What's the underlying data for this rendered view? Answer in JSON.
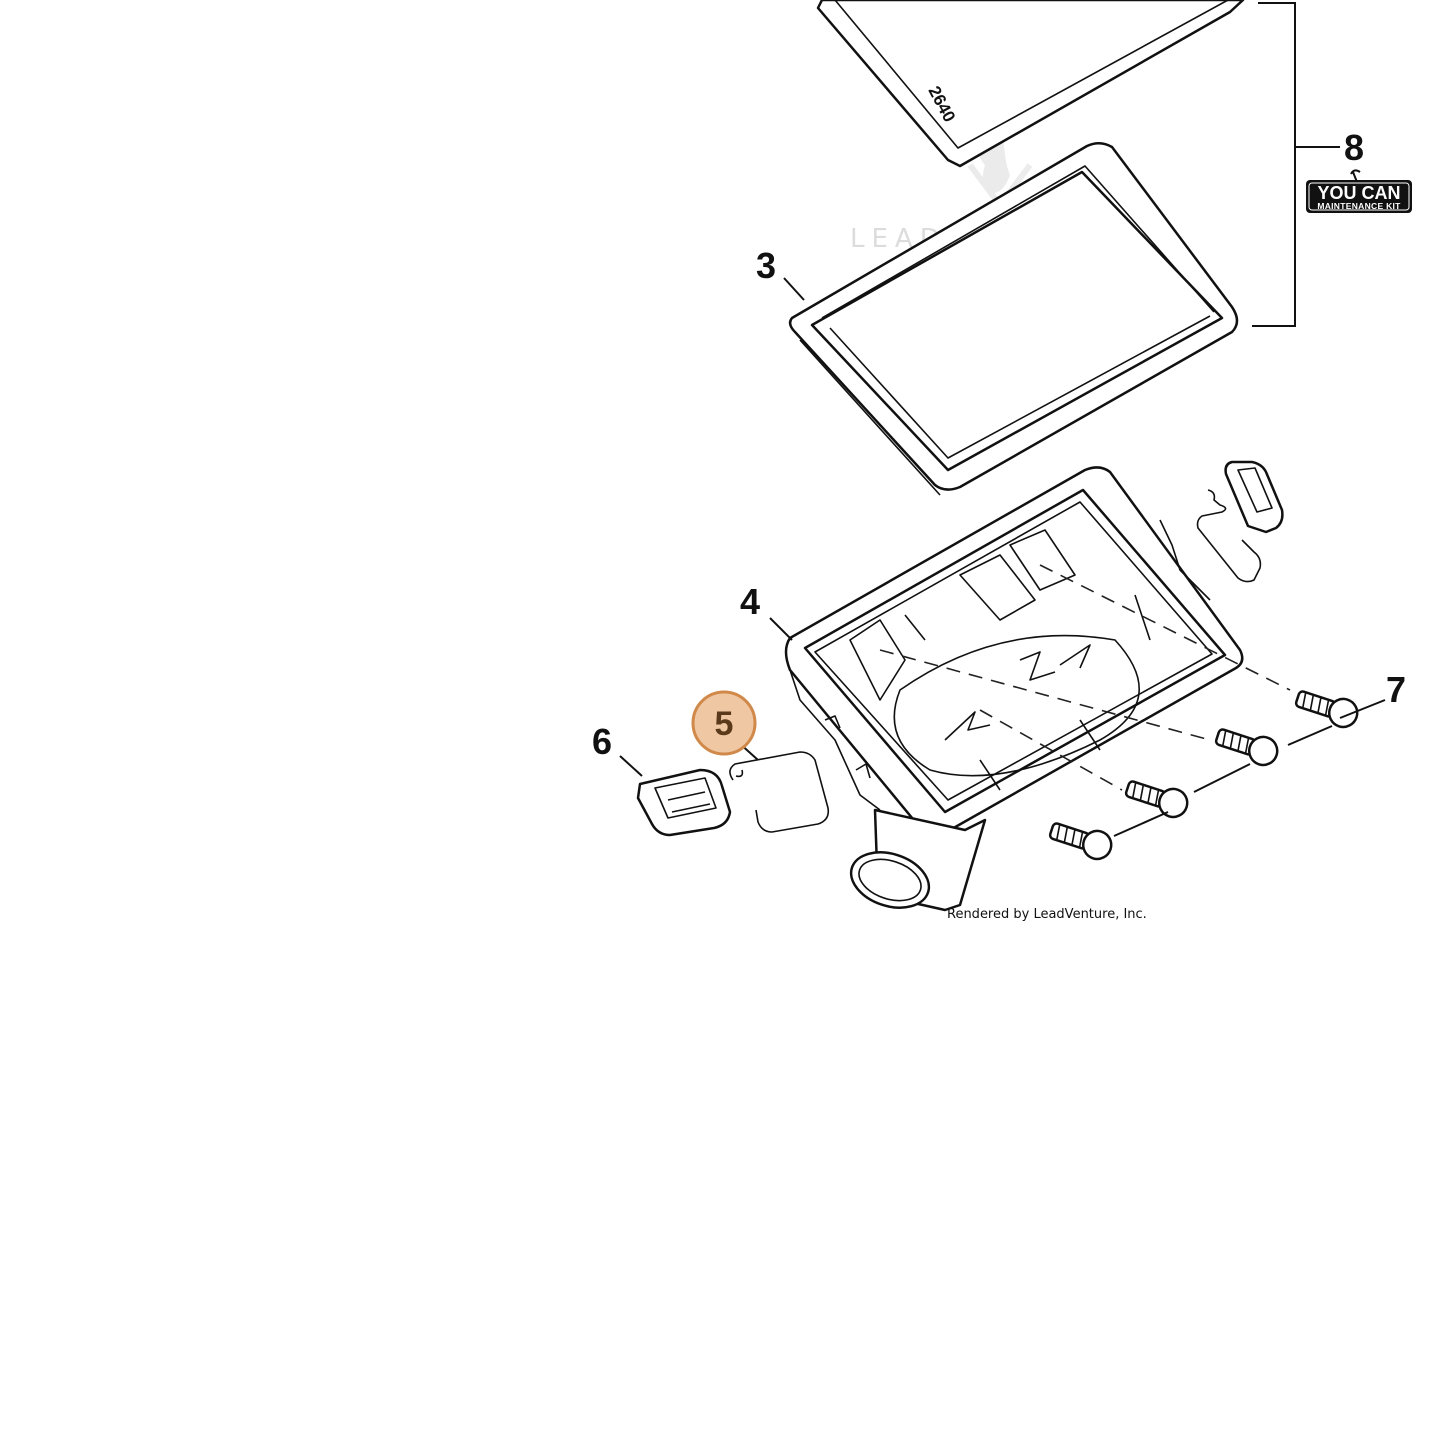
{
  "callouts": [
    {
      "id": "3",
      "label": "3"
    },
    {
      "id": "4",
      "label": "4"
    },
    {
      "id": "5",
      "label": "5",
      "highlighted": true
    },
    {
      "id": "6",
      "label": "6"
    },
    {
      "id": "7",
      "label": "7"
    },
    {
      "id": "8",
      "label": "8"
    }
  ],
  "filter_stamp": "2640",
  "badge": {
    "top": "YOU CAN",
    "bottom": "MAINTENANCE KIT"
  },
  "watermark": "LEADVENTURE",
  "credit": "Rendered by LeadVenture, Inc.",
  "colors": {
    "highlight_fill": "#efc7a3",
    "highlight_stroke": "#d1894a",
    "line": "#111111"
  }
}
